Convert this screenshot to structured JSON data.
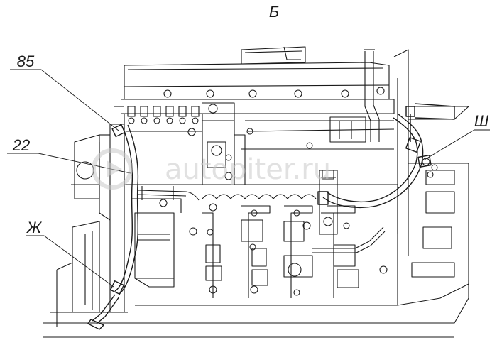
{
  "labels": {
    "view": "Б",
    "callout_85": "85",
    "callout_22": "22",
    "callout_zh": "Ж",
    "callout_sh": "Ш"
  },
  "watermark": "autopiter.ru",
  "colors": {
    "line": "#1a1a1a",
    "paper": "#ffffff",
    "watermark": "#c9c9c9"
  }
}
